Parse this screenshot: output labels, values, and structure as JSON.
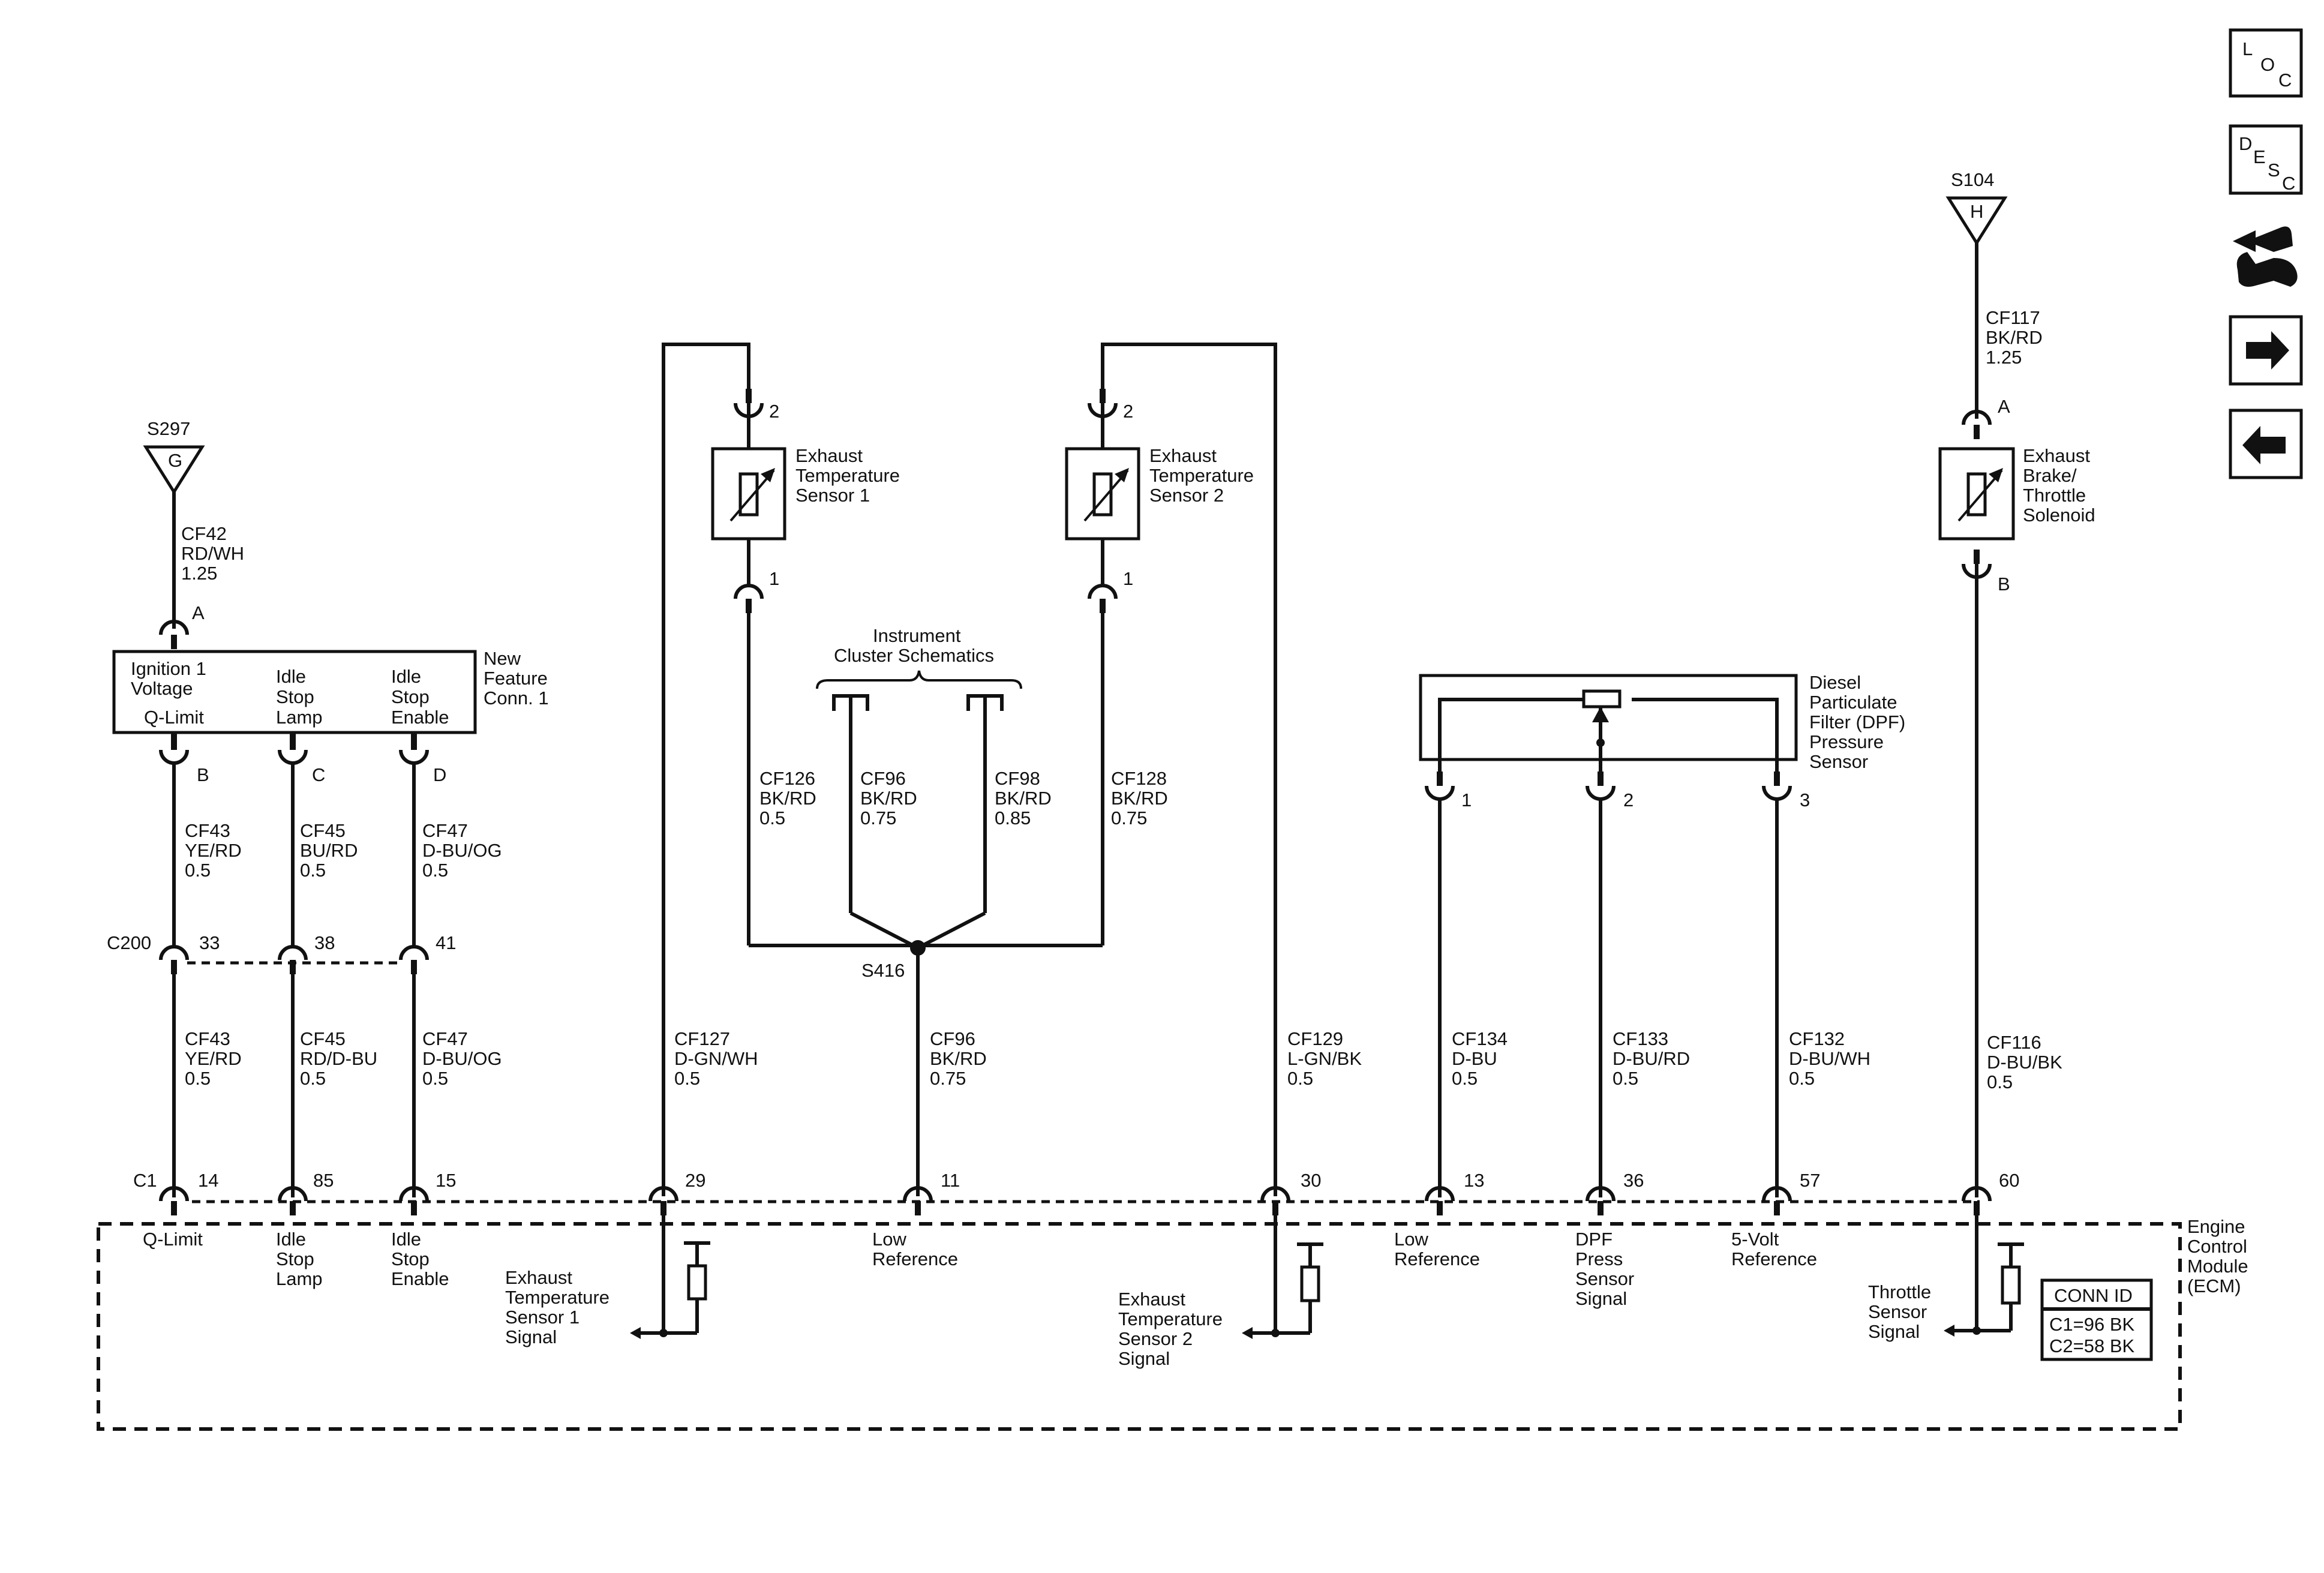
{
  "nav": {
    "loc": [
      "L",
      "O",
      "C"
    ],
    "desc": [
      "D",
      "E",
      "S",
      "C"
    ]
  },
  "splices": {
    "s297": {
      "id": "S297",
      "pin": "G"
    },
    "s104": {
      "id": "S104",
      "pin": "H"
    },
    "s416": {
      "id": "S416"
    }
  },
  "wires": {
    "cf42": [
      "CF42",
      "RD/WH",
      "1.25"
    ],
    "cf43_top": [
      "CF43",
      "YE/RD",
      "0.5"
    ],
    "cf45_top": [
      "CF45",
      "BU/RD",
      "0.5"
    ],
    "cf47_top": [
      "CF47",
      "D-BU/OG",
      "0.5"
    ],
    "cf43_bot": [
      "CF43",
      "YE/RD",
      "0.5"
    ],
    "cf45_bot": [
      "CF45",
      "RD/D-BU",
      "0.5"
    ],
    "cf47_bot": [
      "CF47",
      "D-BU/OG",
      "0.5"
    ],
    "cf126": [
      "CF126",
      "BK/RD",
      "0.5"
    ],
    "cf96a": [
      "CF96",
      "BK/RD",
      "0.75"
    ],
    "cf98": [
      "CF98",
      "BK/RD",
      "0.85"
    ],
    "cf128": [
      "CF128",
      "BK/RD",
      "0.75"
    ],
    "cf127": [
      "CF127",
      "D-GN/WH",
      "0.5"
    ],
    "cf96b": [
      "CF96",
      "BK/RD",
      "0.75"
    ],
    "cf129": [
      "CF129",
      "L-GN/BK",
      "0.5"
    ],
    "cf134": [
      "CF134",
      "D-BU",
      "0.5"
    ],
    "cf133": [
      "CF133",
      "D-BU/RD",
      "0.5"
    ],
    "cf132": [
      "CF132",
      "D-BU/WH",
      "0.5"
    ],
    "cf117": [
      "CF117",
      "BK/RD",
      "1.25"
    ],
    "cf116": [
      "CF116",
      "D-BU/BK",
      "0.5"
    ]
  },
  "new_feature": {
    "title": [
      "New",
      "Feature",
      "Conn. 1"
    ],
    "ignition": [
      "Ignition 1",
      "Voltage",
      "Q-Limit"
    ],
    "idle_lamp": [
      "Idle",
      "Stop",
      "Lamp"
    ],
    "idle_enable": [
      "Idle",
      "Stop",
      "Enable"
    ],
    "pins": {
      "a": "A",
      "b": "B",
      "c": "C",
      "d": "D"
    }
  },
  "c200": {
    "id": "C200",
    "pins": [
      "33",
      "38",
      "41"
    ]
  },
  "c1": {
    "id": "C1",
    "pins": [
      "14",
      "85",
      "15",
      "29",
      "11",
      "30",
      "13",
      "36",
      "57",
      "60"
    ]
  },
  "sensors": {
    "ets1": {
      "name": [
        "Exhaust",
        "Temperature",
        "Sensor 1"
      ],
      "pin_top": "2",
      "pin_bot": "1"
    },
    "ets2": {
      "name": [
        "Exhaust",
        "Temperature",
        "Sensor 2"
      ],
      "pin_top": "2",
      "pin_bot": "1"
    },
    "solenoid": {
      "name": [
        "Exhaust",
        "Brake/",
        "Throttle",
        "Solenoid"
      ],
      "pin_top": "A",
      "pin_bot": "B"
    },
    "dpf": {
      "name": [
        "Diesel",
        "Particulate",
        "Filter (DPF)",
        "Pressure",
        "Sensor"
      ],
      "pins": [
        "1",
        "2",
        "3"
      ]
    }
  },
  "instrument": [
    "Instrument",
    "Cluster Schematics"
  ],
  "ecm": {
    "title": [
      "Engine",
      "Control",
      "Module",
      "(ECM)"
    ],
    "labels": {
      "qlimit": [
        "Q-Limit"
      ],
      "idle_lamp": [
        "Idle",
        "Stop",
        "Lamp"
      ],
      "idle_enable": [
        "Idle",
        "Stop",
        "Enable"
      ],
      "ets1_signal": [
        "Exhaust",
        "Temperature",
        "Sensor 1",
        "Signal"
      ],
      "low_ref_1": [
        "Low",
        "Reference"
      ],
      "ets2_signal": [
        "Exhaust",
        "Temperature",
        "Sensor 2",
        "Signal"
      ],
      "low_ref_2": [
        "Low",
        "Reference"
      ],
      "dpf_signal": [
        "DPF",
        "Press",
        "Sensor",
        "Signal"
      ],
      "five_volt": [
        "5-Volt",
        "Reference"
      ],
      "throttle": [
        "Throttle",
        "Sensor",
        "Signal"
      ]
    },
    "conn_id": {
      "title": "CONN ID",
      "c1": "C1=96 BK",
      "c2": "C2=58 BK"
    }
  }
}
